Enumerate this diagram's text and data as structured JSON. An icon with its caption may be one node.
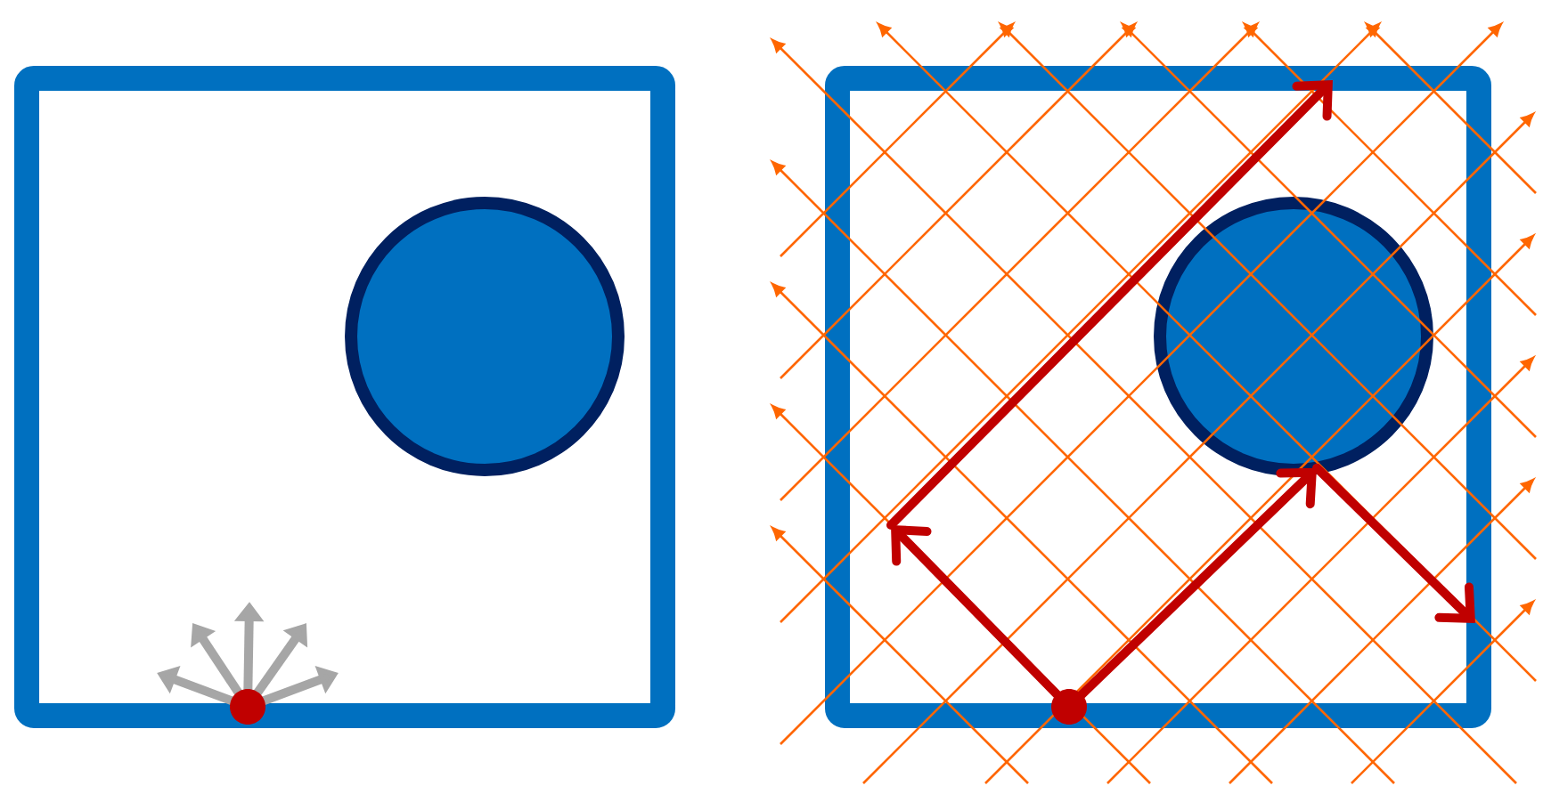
{
  "diagram": {
    "nodes": [
      {
        "text": [],
        "shape": "box"
      },
      {
        "text": [],
        "shape": "circle",
        "in": 0
      },
      {
        "text": [],
        "shape": "circle"
      },
      {
        "text": [],
        "shape": "box"
      },
      {
        "text": [],
        "shape": "circle",
        "in": 3
      },
      {
        "text": [],
        "shape": "circle"
      }
    ],
    "edges": [
      {
        "from": 5,
        "to": 4,
        "arrow": "to"
      },
      {
        "from": 4,
        "to": null,
        "arrow": "to"
      },
      {
        "from": 5,
        "to": null,
        "arrow": "to"
      }
    ]
  }
}
